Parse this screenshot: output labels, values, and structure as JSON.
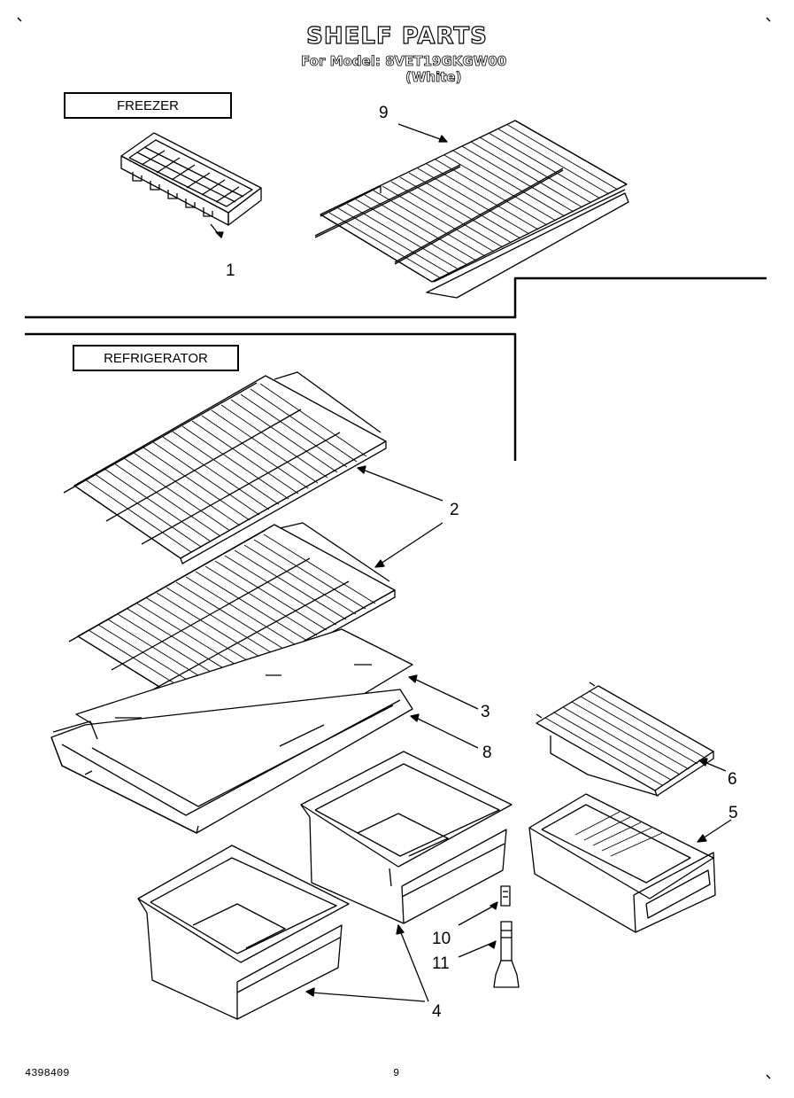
{
  "title": "SHELF PARTS",
  "model_line": "For Model: 8VET19GKGW00",
  "color_line": "(White)",
  "sections": {
    "freezer": "FREEZER",
    "refrigerator": "REFRIGERATOR"
  },
  "callouts": {
    "c1": "1",
    "c2": "2",
    "c3": "3",
    "c4": "4",
    "c5": "5",
    "c6": "6",
    "c8": "8",
    "c9": "9",
    "c10": "10",
    "c11": "11"
  },
  "footer": {
    "part_number": "4398409",
    "page_number": "9"
  }
}
